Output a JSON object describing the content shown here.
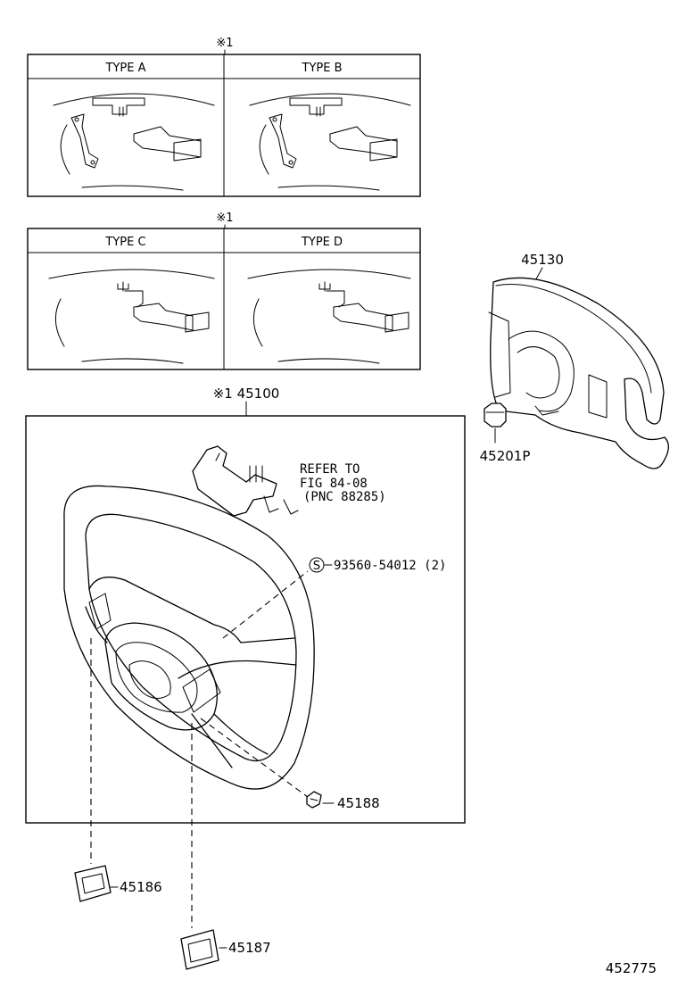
{
  "variants": {
    "top": {
      "marker": "※1",
      "left_header": "TYPE A",
      "right_header": "TYPE B"
    },
    "middle": {
      "marker": "※1",
      "left_header": "TYPE C",
      "right_header": "TYPE D"
    }
  },
  "assembly": {
    "label": "※1 45100",
    "refer_note": [
      "REFER TO",
      "FIG 84-08",
      "(PNC 88285)"
    ],
    "screw_symbol": "S",
    "screw_part": "93560-54012 (2)"
  },
  "parts": {
    "pad": "45130",
    "nut": "45201P",
    "clip": "45188",
    "cover_lower_left": "45186",
    "cover_lower": "45187"
  },
  "figure_number": "452775"
}
